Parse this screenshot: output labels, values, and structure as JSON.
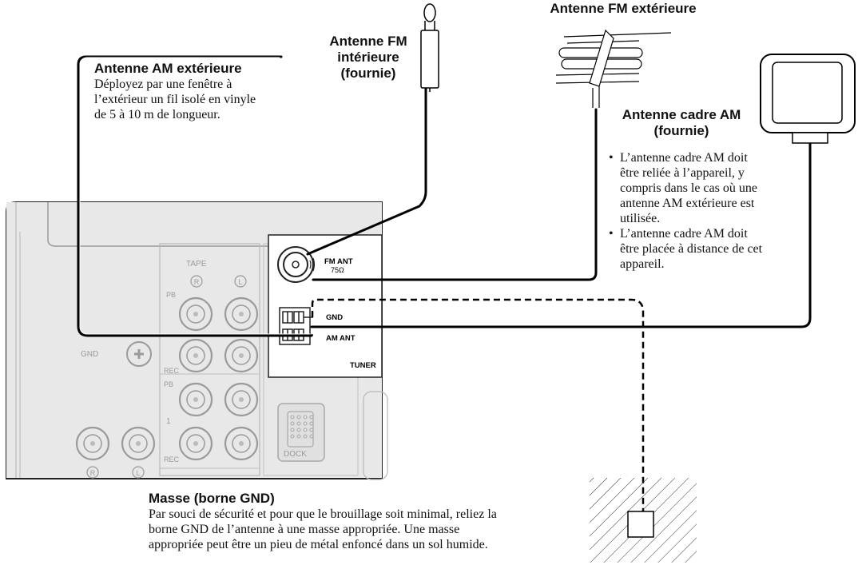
{
  "panel": {
    "tape_label": "TAPE",
    "right_ch": "R",
    "left_ch": "L",
    "pb_label": "PB",
    "rec_label": "REC",
    "gnd_label": "GND",
    "source_number": "1",
    "dock_label": "DOCK",
    "fm_ant_label": "FM ANT",
    "fm_ant_impedance": "75Ω",
    "am_gnd_label": "GND",
    "am_ant_label": "AM ANT",
    "tuner_label": "TUNER"
  },
  "am_outdoor": {
    "title": "Antenne AM extérieure",
    "lines": [
      "Déployez par une fenêtre à",
      "l’extérieur un fil isolé en vinyle",
      "de 5 à 10 m de longueur."
    ]
  },
  "fm_indoor": {
    "lines": [
      "Antenne FM",
      "intérieure",
      "(fournie)"
    ]
  },
  "fm_outdoor": {
    "title": "Antenne FM extérieure"
  },
  "am_loop": {
    "lines": [
      "Antenne cadre AM",
      "(fournie)"
    ],
    "bullets": [
      [
        "L’antenne cadre AM doit",
        "être reliée à l’appareil, y",
        "compris dans le cas où une",
        "antenne AM extérieure est",
        "utilisée."
      ],
      [
        "L’antenne cadre AM doit",
        "être placée à distance de cet",
        "appareil."
      ]
    ]
  },
  "ground": {
    "title": "Masse (borne GND)",
    "lines": [
      "Par souci de sécurité et pour que le brouillage soit minimal, reliez la",
      "borne GND de l’antenne à une masse appropriée. Une masse",
      "appropriée peut être un pieu de métal enfoncé dans un sol humide."
    ]
  }
}
